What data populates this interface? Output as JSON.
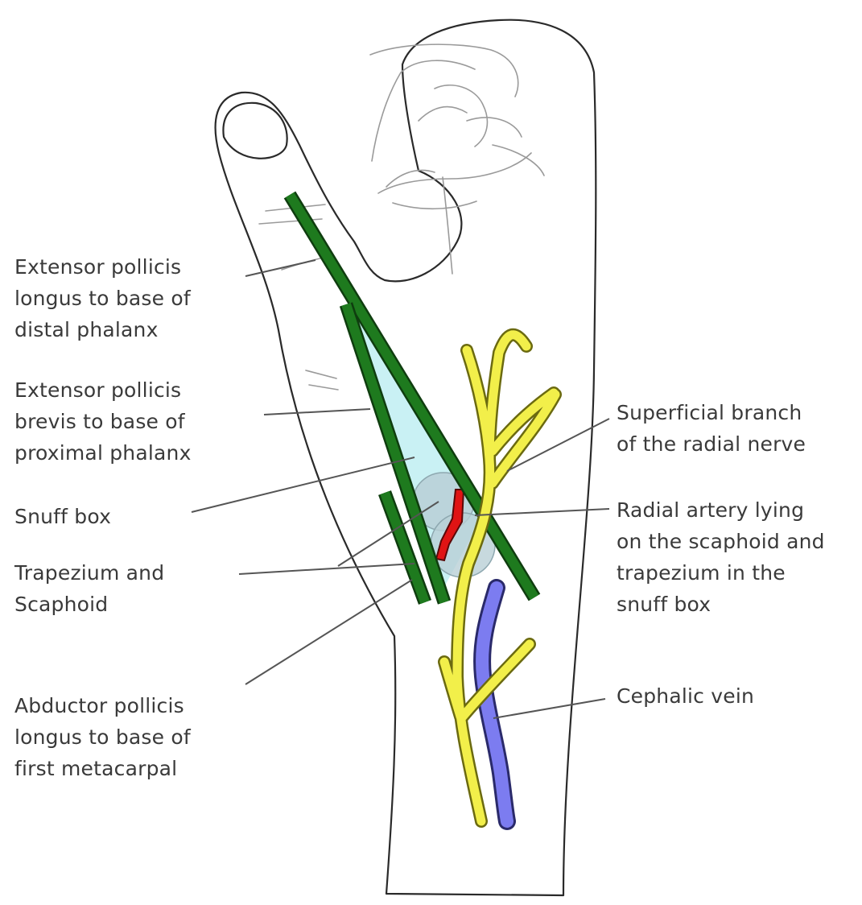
{
  "colors": {
    "tendon": "#1e7a1e",
    "tendon_edge": "#0f3d0f",
    "nerve": "#f2ef4a",
    "nerve_edge": "#6b6a10",
    "artery": "#e01414",
    "vein": "#7c7cf0",
    "snuff_box": "#c9f1f4",
    "bones": "#b9cfd6"
  },
  "labels": {
    "epl": "Extensor pollicis\nlongus to base of\ndistal phalanx",
    "epb": "Extensor pollicis\nbrevis to base of\nproximal phalanx",
    "snuff_box": "Snuff box",
    "bones": "Trapezium and\nScaphoid",
    "apl": "Abductor pollicis\nlongus to base of\nfirst metacarpal",
    "nerve": "Superficial branch\nof the radial nerve",
    "artery": "Radial artery lying\non the scaphoid and\ntrapezium in the\nsnuff box",
    "vein": "Cephalic vein"
  }
}
